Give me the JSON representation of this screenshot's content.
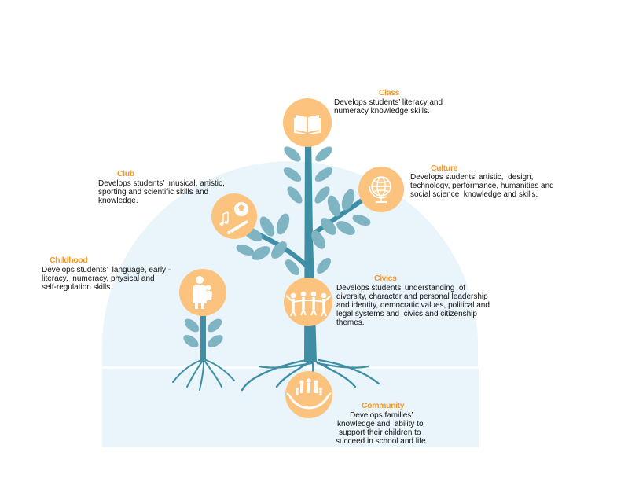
{
  "colors": {
    "orange_heading": "#F29A2E",
    "circle_fill": "#FBC37D",
    "stem": "#3E8FA5",
    "leaf": "#7FB4C3",
    "background_dome": "#EAF4FB",
    "text": "#111111"
  },
  "nodes": {
    "class": {
      "title": "Class",
      "icon": "open-book-icon",
      "lines": [
        "Develops students’ literacy and",
        "numeracy knowledge skills."
      ]
    },
    "culture": {
      "title": "Culture",
      "icon": "globe-icon",
      "lines": [
        "Develops students’ artistic,  design,",
        "technology, performance, humanities and",
        "social science  knowledge and skills."
      ]
    },
    "club": {
      "title": "Club",
      "icon": "music-art-sport-icon",
      "lines": [
        "Develops students’  musical, artistic,",
        "sporting and scientific skills and",
        "knowledge."
      ]
    },
    "childhood": {
      "title": "Childhood",
      "icon": "parent-child-icon",
      "lines": [
        "Develops students’  language, early -",
        "literacy,  numeracy, physical and",
        "self-regulation skills."
      ]
    },
    "civics": {
      "title": "Civics",
      "icon": "people-holding-hands-icon",
      "lines": [
        "Develops students’ understanding  of",
        "diversity, character and personal leadership",
        "and identity, democratic values, political and",
        "legal systems and  civics and citizenship",
        "themes."
      ]
    },
    "community": {
      "title": "Community",
      "icon": "family-in-hands-icon",
      "lines": [
        "Develops families’",
        "knowledge and  ability to",
        "support their children to",
        "succeed in school and life."
      ]
    }
  }
}
